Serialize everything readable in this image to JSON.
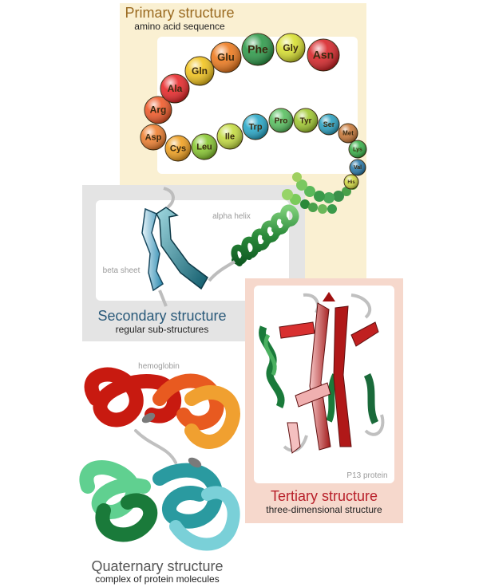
{
  "primary": {
    "title": "Primary structure",
    "subtitle": "amino acid sequence",
    "beads": [
      {
        "label": "Asp",
        "color": "#f08030"
      },
      {
        "label": "Arg",
        "color": "#f05a2a"
      },
      {
        "label": "Ala",
        "color": "#e8282a"
      },
      {
        "label": "Gln",
        "color": "#f2c41e"
      },
      {
        "label": "Glu",
        "color": "#ee7a1e"
      },
      {
        "label": "Phe",
        "color": "#2e9a4a"
      },
      {
        "label": "Gly",
        "color": "#d8e030"
      },
      {
        "label": "Asn",
        "color": "#d8262a"
      },
      {
        "label": "Cys",
        "color": "#f0a020"
      },
      {
        "label": "Leu",
        "color": "#88c830"
      },
      {
        "label": "Ile",
        "color": "#c4dc40"
      },
      {
        "label": "Trp",
        "color": "#28a8c8"
      },
      {
        "label": "Pro",
        "color": "#58c060"
      },
      {
        "label": "Tyr",
        "color": "#a0c830"
      },
      {
        "label": "Ser",
        "color": "#2aa0c0"
      },
      {
        "label": "Met",
        "color": "#c87838"
      },
      {
        "label": "Lys",
        "color": "#38b048"
      },
      {
        "label": "Val",
        "color": "#2878a8"
      },
      {
        "label": "His",
        "color": "#d0d840"
      }
    ]
  },
  "secondary": {
    "title": "Secondary structure",
    "subtitle": "regular sub-structures",
    "alpha_label": "alpha helix",
    "beta_label": "beta sheet"
  },
  "tertiary": {
    "title": "Tertiary structure",
    "subtitle": "three-dimensional structure",
    "protein_label": "P13 protein"
  },
  "quaternary": {
    "title": "Quaternary structure",
    "subtitle": "complex of protein molecules",
    "protein_label": "hemoglobin"
  },
  "colors": {
    "primary_panel": "#faf0d2",
    "secondary_panel": "#e4e4e4",
    "tertiary_panel": "#f6d8cc",
    "primary_title": "#9a6a20",
    "secondary_title": "#2a5a7a",
    "tertiary_title": "#b8202a",
    "quaternary_title": "#555555"
  }
}
